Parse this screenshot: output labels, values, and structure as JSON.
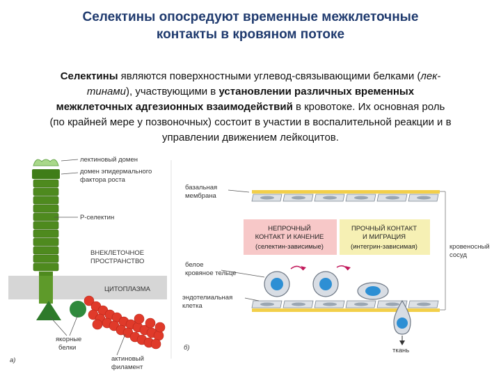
{
  "title": {
    "line1": "Селектины опосредуют временные межклеточные",
    "line2": "контакты в кровяном потоке"
  },
  "paragraph": {
    "l1_a": "Селектины",
    "l1_b": " являются поверхностными углевод-связывающими белками (",
    "l1_c": "лек-",
    "l2_a": "тинами",
    "l2_b": "), участвующими в ",
    "l2_c": "установлении различных временных",
    "l3_a": "межклеточных адгезионных взаимодействий",
    "l3_b": " в кровотоке. Их основная роль",
    "l4": "(по крайней мере у позвоночных) состоит в участии в воспалительной реакции и в",
    "l5": "управлении движением лейкоцитов."
  },
  "diagram_a": {
    "lectin_domain": "лектиновый домен",
    "egf_line1": "домен эпидермального",
    "egf_line2": "фактора роста",
    "p_selectin": "Р-селектин",
    "extracellular_1": "ВНЕКЛЕТОЧНОЕ",
    "extracellular_2": "ПРОСТРАНСТВО",
    "cytoplasm": "ЦИТОПЛАЗМА",
    "anchor_1": "якорные",
    "anchor_2": "белки",
    "actin_1": "актиновый",
    "actin_2": "филамент",
    "panel_letter": "а)"
  },
  "diagram_b": {
    "basal_1": "базальная",
    "basal_2": "мембрана",
    "weak_1": "НЕПРОЧНЫЙ",
    "weak_2": "КОНТАКТ И КАЧЕНИЕ",
    "weak_3": "(селектин-зависимые)",
    "strong_1": "ПРОЧНЫЙ КОНТАКТ",
    "strong_2": "И МИГРАЦИЯ",
    "strong_3": "(интегрин-зависимая)",
    "white_cell_1": "белое",
    "white_cell_2": "кровяное тельце",
    "vessel_1": "кровеносный",
    "vessel_2": "сосуд",
    "endo_1": "эндотелиальная",
    "endo_2": "клетка",
    "tissue": "ткань",
    "panel_letter": "б)"
  },
  "colors": {
    "title": "#1f3a6e",
    "selectin_green": "#4e8a1e",
    "membrane_yellow": "#f2cf4a",
    "weak_box": "#f7c8c8",
    "strong_box": "#f6f0b4",
    "cell_blue": "#2d8fd4",
    "actin_red": "#e03a2a"
  }
}
